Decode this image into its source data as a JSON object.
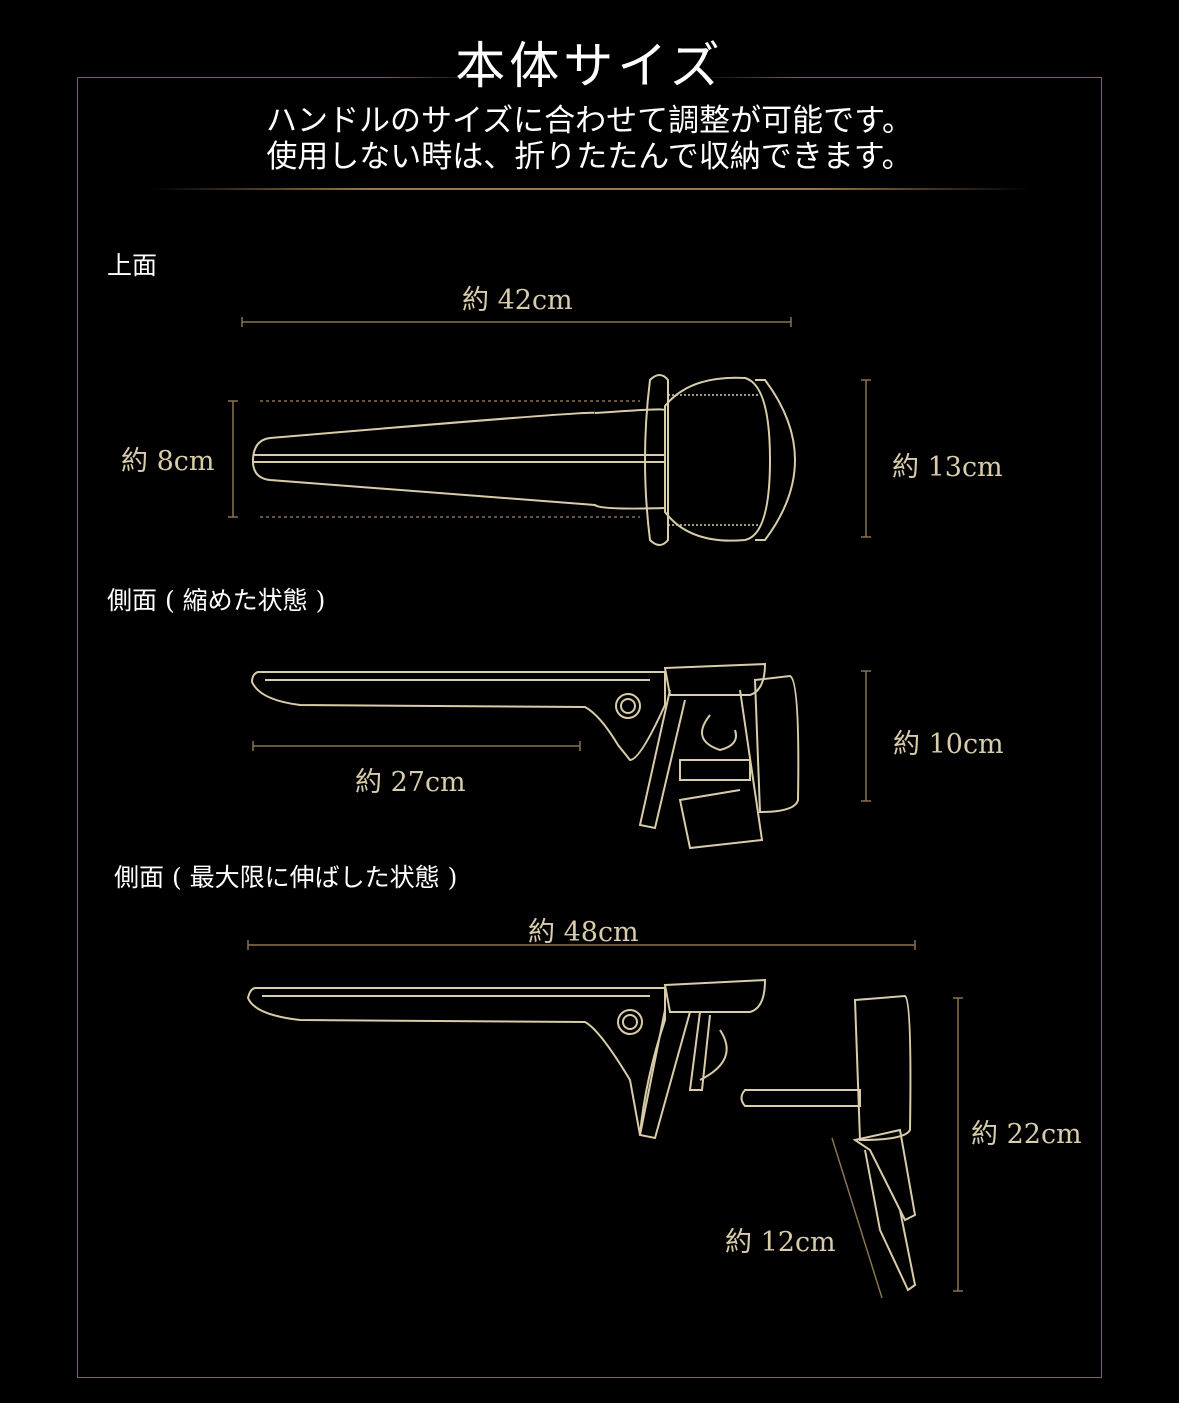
{
  "title": "本体サイズ",
  "subtitle": {
    "line1": "ハンドルのサイズに合わせて調整が可能です。",
    "line2": "使用しない時は、折りたたんで収納できます。"
  },
  "sections": {
    "top": {
      "label": "上面",
      "length": "約 42cm",
      "width": "約 8cm",
      "height": "約 13cm"
    },
    "side_folded": {
      "label": "側面 ( 縮めた状態 )",
      "arm": "約 27cm",
      "height": "約 10cm"
    },
    "side_extended": {
      "label": "側面 ( 最大限に伸ばした状態 )",
      "length": "約 48cm",
      "height": "約 22cm",
      "leg": "約 12cm"
    }
  },
  "colors": {
    "frame": "#7d6648",
    "line": "#d8ccaa",
    "dim": "#8a7350"
  }
}
